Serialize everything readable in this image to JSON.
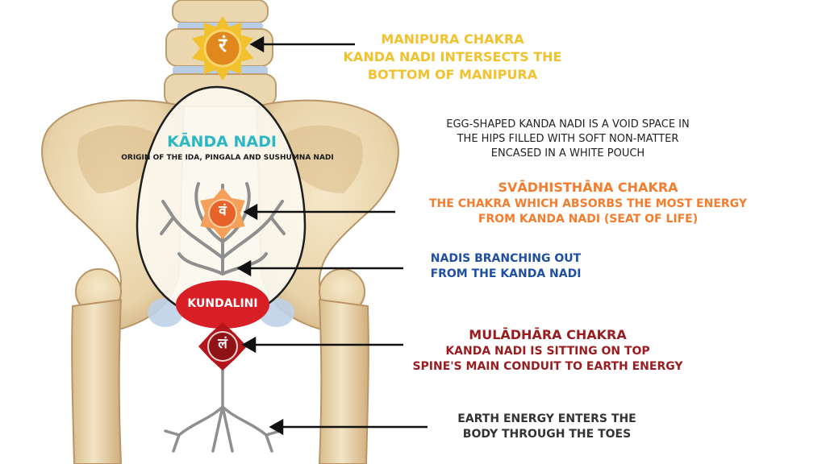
{
  "manipura": {
    "title": "MANIPURA  CHAKRA",
    "lines": [
      "KANDA NADI INTERSECTS THE",
      "BOTTOM OF MANIPURA"
    ],
    "glyph": "रं",
    "color": "#f2c12e"
  },
  "egg_description": {
    "lines": [
      "EGG-SHAPED KANDA NADI IS A VOID SPACE IN",
      "THE HIPS FILLED WITH SOFT NON-MATTER",
      "ENCASED IN A WHITE POUCH"
    ],
    "color": "#222222"
  },
  "kanda_nadi": {
    "title": "KĀNDA NADI",
    "subtitle": "ORIGIN OF THE IDA, PINGALA AND SUSHUMNA NADI",
    "title_color": "#2bb8c4"
  },
  "svadhisthana": {
    "title": "SVĀDHISTHĀNA  CHAKRA",
    "lines": [
      "THE CHAKRA WHICH ABSORBS THE MOST  ENERGY",
      "FROM KANDA NADI (SEAT OF LIFE)"
    ],
    "glyph": "वं",
    "color": "#f47c2c"
  },
  "nadis": {
    "lines": [
      "NADIS BRANCHING OUT",
      "FROM THE KANDA NADI"
    ],
    "color": "#1f4fa3"
  },
  "kundalini": {
    "label": "KUNDALINI",
    "color": "#d81f26"
  },
  "muladhara": {
    "title": "MULĀDHĀRA CHAKRA",
    "lines": [
      "KANDA NADI IS SITTING ON TOP",
      "SPINE'S MAIN CONDUIT TO EARTH ENERGY"
    ],
    "glyph": "लं",
    "color": "#9b1c1f"
  },
  "earth": {
    "lines": [
      "EARTH ENERGY ENTERS THE",
      "BODY THROUGH THE TOES"
    ],
    "color": "#333333"
  },
  "colors": {
    "bone": "#efdcb7",
    "bone_shadow": "#caa77a",
    "bone_dark": "#a9875e",
    "disc": "#b9cde6",
    "egg_fill": "#fbf7ee",
    "nadi": "#8f8f8f"
  }
}
